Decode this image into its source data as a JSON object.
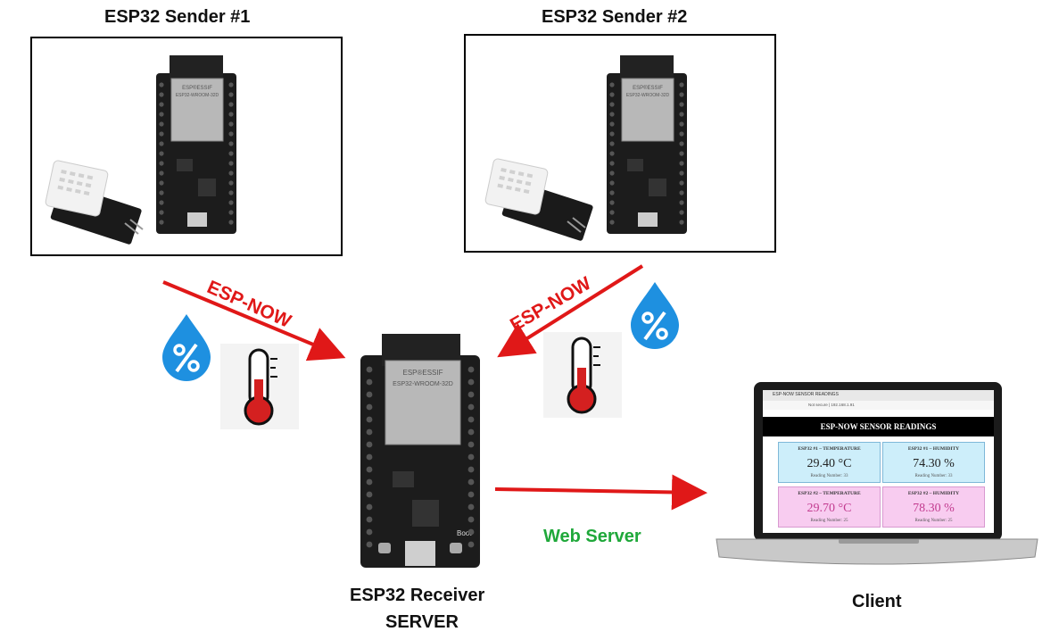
{
  "labels": {
    "sender1": "ESP32 Sender #1",
    "sender2": "ESP32 Sender #2",
    "espnow1": "ESP-NOW",
    "espnow2": "ESP-NOW",
    "webserver": "Web Server",
    "receiver_line1": "ESP32 Receiver",
    "receiver_line2": "SERVER",
    "client": "Client"
  },
  "module_text": {
    "brand": "ESP®ESSIF",
    "model": "ESP32-WROOM-32D",
    "boot": "Boot"
  },
  "laptop_page": {
    "tab_title": "ESP-NOW SENSOR READINGS",
    "address": "Not secure | 192.168.1.91",
    "heading": "ESP-NOW SENSOR READINGS",
    "cards": [
      {
        "title": "ESP32 #1 – TEMPERATURE",
        "value": "29.40 °C",
        "reading": "Reading Number: 33",
        "style": "blue"
      },
      {
        "title": "ESP32 #1 – HUMIDITY",
        "value": "74.30 %",
        "reading": "Reading Number: 33",
        "style": "blue"
      },
      {
        "title": "ESP32 #2 – TEMPERATURE",
        "value": "29.70 °C",
        "reading": "Reading Number: 25",
        "style": "pink"
      },
      {
        "title": "ESP32 #2 – HUMIDITY",
        "value": "78.30 %",
        "reading": "Reading Number: 25",
        "style": "pink"
      }
    ]
  },
  "icons": [
    "humidity-drop-icon",
    "thermometer-icon"
  ],
  "colors": {
    "arrow": "#e01818",
    "drop": "#1e90e0",
    "thermo_fill": "#d42020",
    "board": "#1c1c1c",
    "web_server_label": "#1fa83a"
  }
}
